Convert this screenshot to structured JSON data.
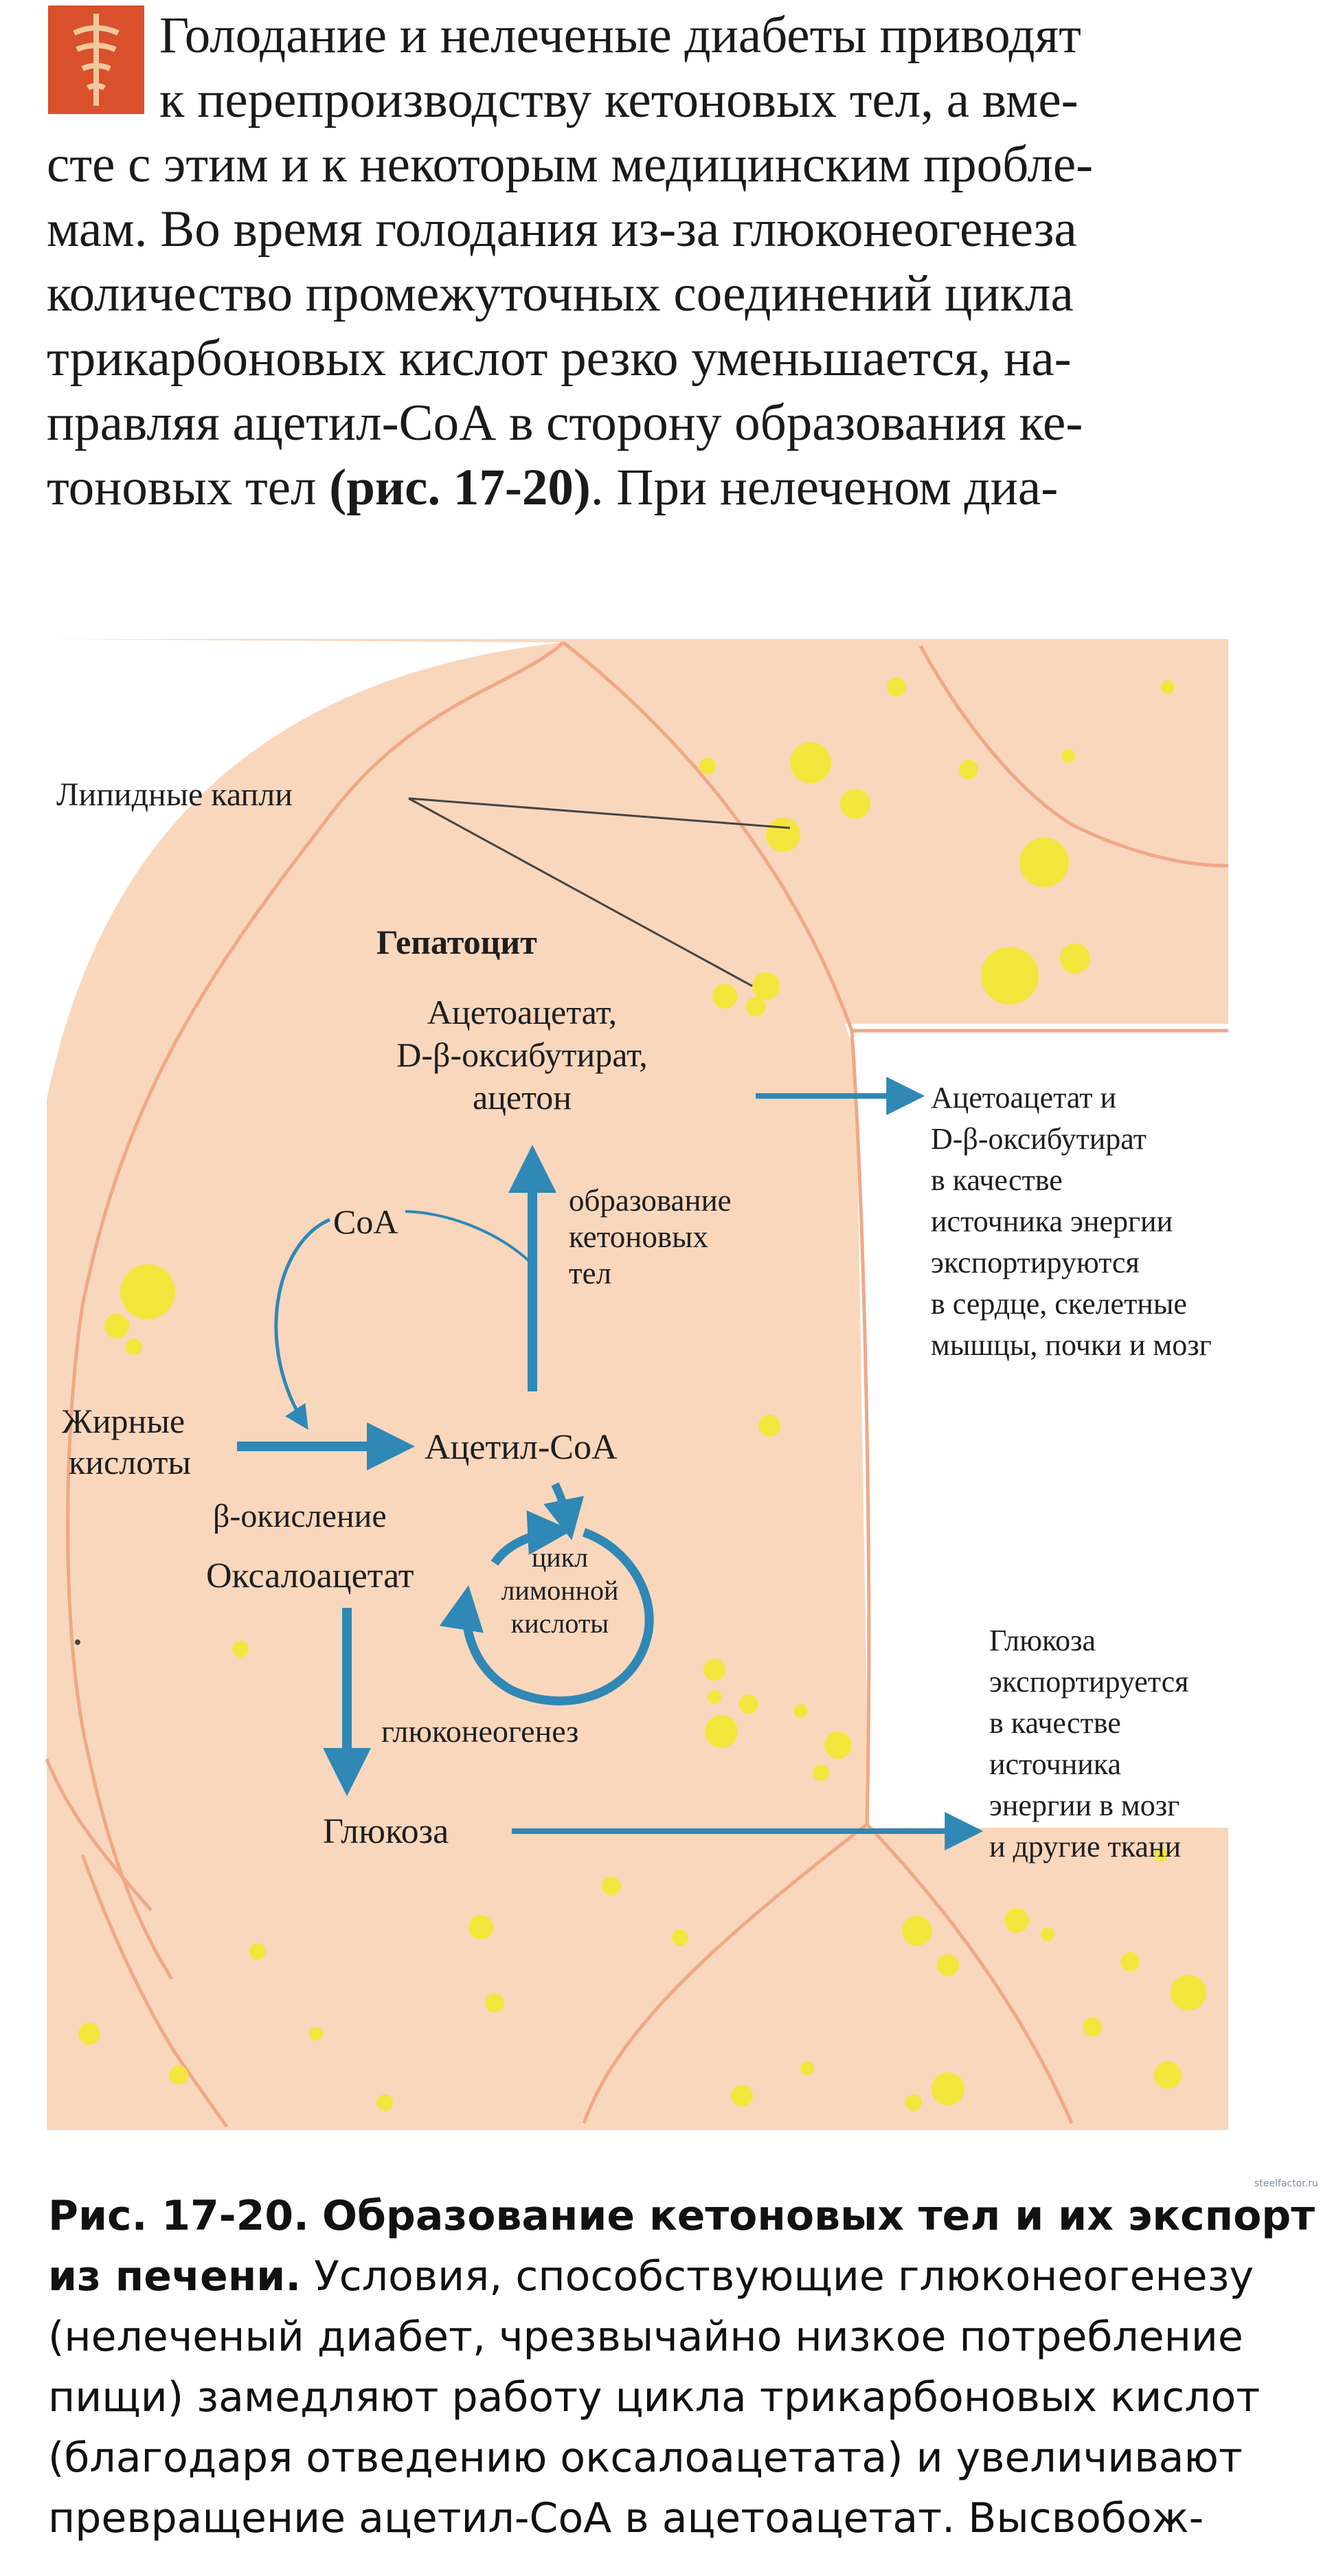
{
  "intro": {
    "lines": [
      "Голодание и нелеченые диабеты приводят",
      "к перепроизводству кетоновых тел, а вме-",
      "сте с этим и к некоторым медицинским пробле-",
      "мам. Во время голодания из-за глюконеогенеза",
      "количество промежуточных соединений цикла",
      "трикарбоновых кислот резко уменьшается, на-",
      "правляя ацетил-СоА в сторону образования ке-"
    ],
    "last_line_before": "тоновых тел ",
    "last_line_bold": "(рис. 17-20)",
    "last_line_after": ". При нелеченом диа-"
  },
  "figure": {
    "lipid_droplets_label": "Липидные капли",
    "hepatocyte_label": "Гепатоцит",
    "ketone_bodies": [
      "Ацетоацетат,",
      "D-β-оксибутират,",
      "ацетон"
    ],
    "ketogenesis_label": [
      "образование",
      "кетоновых",
      "тел"
    ],
    "coa": "CoA",
    "fatty_acids": [
      "Жирные",
      "кислоты"
    ],
    "acetyl_coa": "Ацетил-CoA",
    "beta_oxidation": "β-окисление",
    "oxaloacetate": "Оксалоацетат",
    "citric_cycle": [
      "цикл",
      "лимонной",
      "кислоты"
    ],
    "gluconeogenesis": "глюконеогенез",
    "glucose": "Глюкоза",
    "export_ketones": [
      "Ацетоацетат и",
      "D-β-оксибутират",
      "в качестве",
      "источника энергии",
      "экспортируются",
      "в сердце, скелетные",
      "мышцы, почки и мозг"
    ],
    "export_glucose": [
      "Глюкоза",
      "экспортируется",
      "в качестве",
      "источника",
      "энергии в мозг",
      "и другие ткани"
    ],
    "colors": {
      "cell_fill": "#f9d7bd",
      "cell_border": "#f0a886",
      "droplet": "#f4e63c",
      "arrow": "#2f88b5",
      "background": "#ffffff"
    }
  },
  "caption": {
    "fig_number": "Рис. 17-20.",
    "fig_title": "Образование кетоновых тел и их экспорт",
    "fig_title_2": "из печени.",
    "lines": [
      " Условия, способствующие глюконеогенезу",
      "(нелеченый диабет, чрезвычайно низкое потребление",
      "пищи) замедляют работу цикла трикарбоновых кислот",
      "(благодаря отведению оксалоацетата) и увеличивают",
      "превращение ацетил-СоА в ацетоацетат. Высвобож-"
    ]
  },
  "watermark": "steelfactor.ru"
}
